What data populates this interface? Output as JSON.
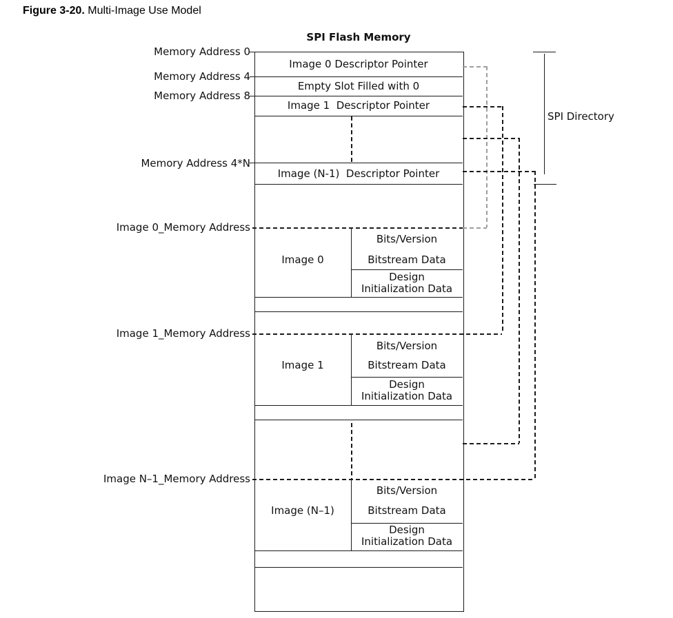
{
  "figure_caption": {
    "label": "Figure 3-20.",
    "title": "Multi-Image Use Model"
  },
  "diagram": {
    "title": "SPI Flash Memory",
    "spi_directory_label": "SPI Directory",
    "address_labels": {
      "addr0": "Memory Address 0",
      "addr4": "Memory Address 4",
      "addr8": "Memory Address 8",
      "addr4n": "Memory Address 4*N",
      "image0": "Image 0_Memory Address",
      "image1": "Image 1_Memory Address",
      "imagen": "Image N–1_Memory Address"
    },
    "directory_rows": {
      "row_image0": "Image 0 Descriptor Pointer",
      "row_empty": "Empty Slot Filled with 0",
      "row_image1": "Image 1  Descriptor Pointer",
      "row_imagen": "Image (N-1)  Descriptor Pointer"
    },
    "sections": {
      "image0": {
        "label": "Image 0",
        "bits_version": "Bits/Version",
        "bitstream": "Bitstream Data",
        "design_line1": "Design",
        "design_line2": "Initialization Data"
      },
      "image1": {
        "label": "Image 1",
        "bits_version": "Bits/Version",
        "bitstream": "Bitstream Data",
        "design_line1": "Design",
        "design_line2": "Initialization Data"
      },
      "imagen": {
        "label": "Image (N–1)",
        "bits_version": "Bits/Version",
        "bitstream": "Bitstream Data",
        "design_line1": "Design",
        "design_line2": "Initialization Data"
      }
    },
    "colors": {
      "line": "#1a1a1a",
      "gray_pointer_link": "#9e9e9e"
    }
  }
}
